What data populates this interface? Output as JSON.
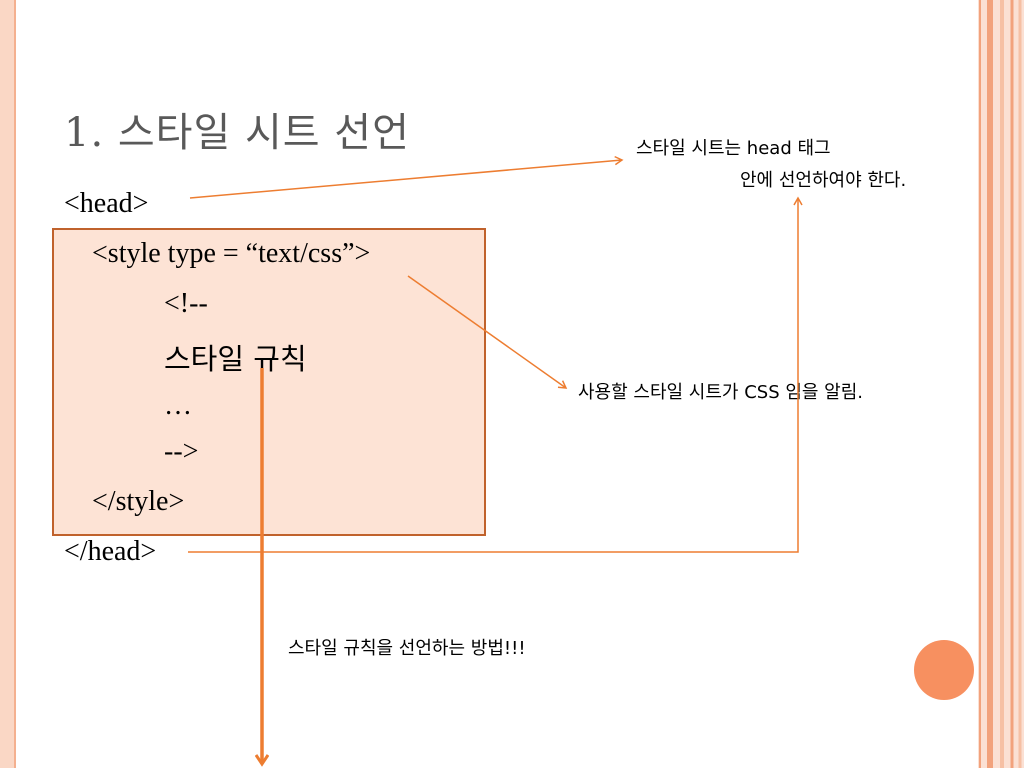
{
  "slide": {
    "title": "1. 스타일 시트 선언",
    "code_lines": [
      "<head>",
      "<style type = “text/css”>",
      "<!--",
      "스타일 규칙",
      "…",
      "-->",
      "</style>",
      "</head>"
    ],
    "notes": {
      "head_line1": "스타일 시트는 head 태그",
      "head_line2": "안에 선언하여야 한다.",
      "type_note": "사용할 스타일 시트가 CSS 임을 알림.",
      "rule_note": "스타일 규칙을 선언하는 방법!!!"
    }
  },
  "colors": {
    "accent": "#ed7d31",
    "box_fill": "#fde3d5",
    "box_border": "#c0622c",
    "title": "#595959",
    "circle": "#f79060"
  }
}
